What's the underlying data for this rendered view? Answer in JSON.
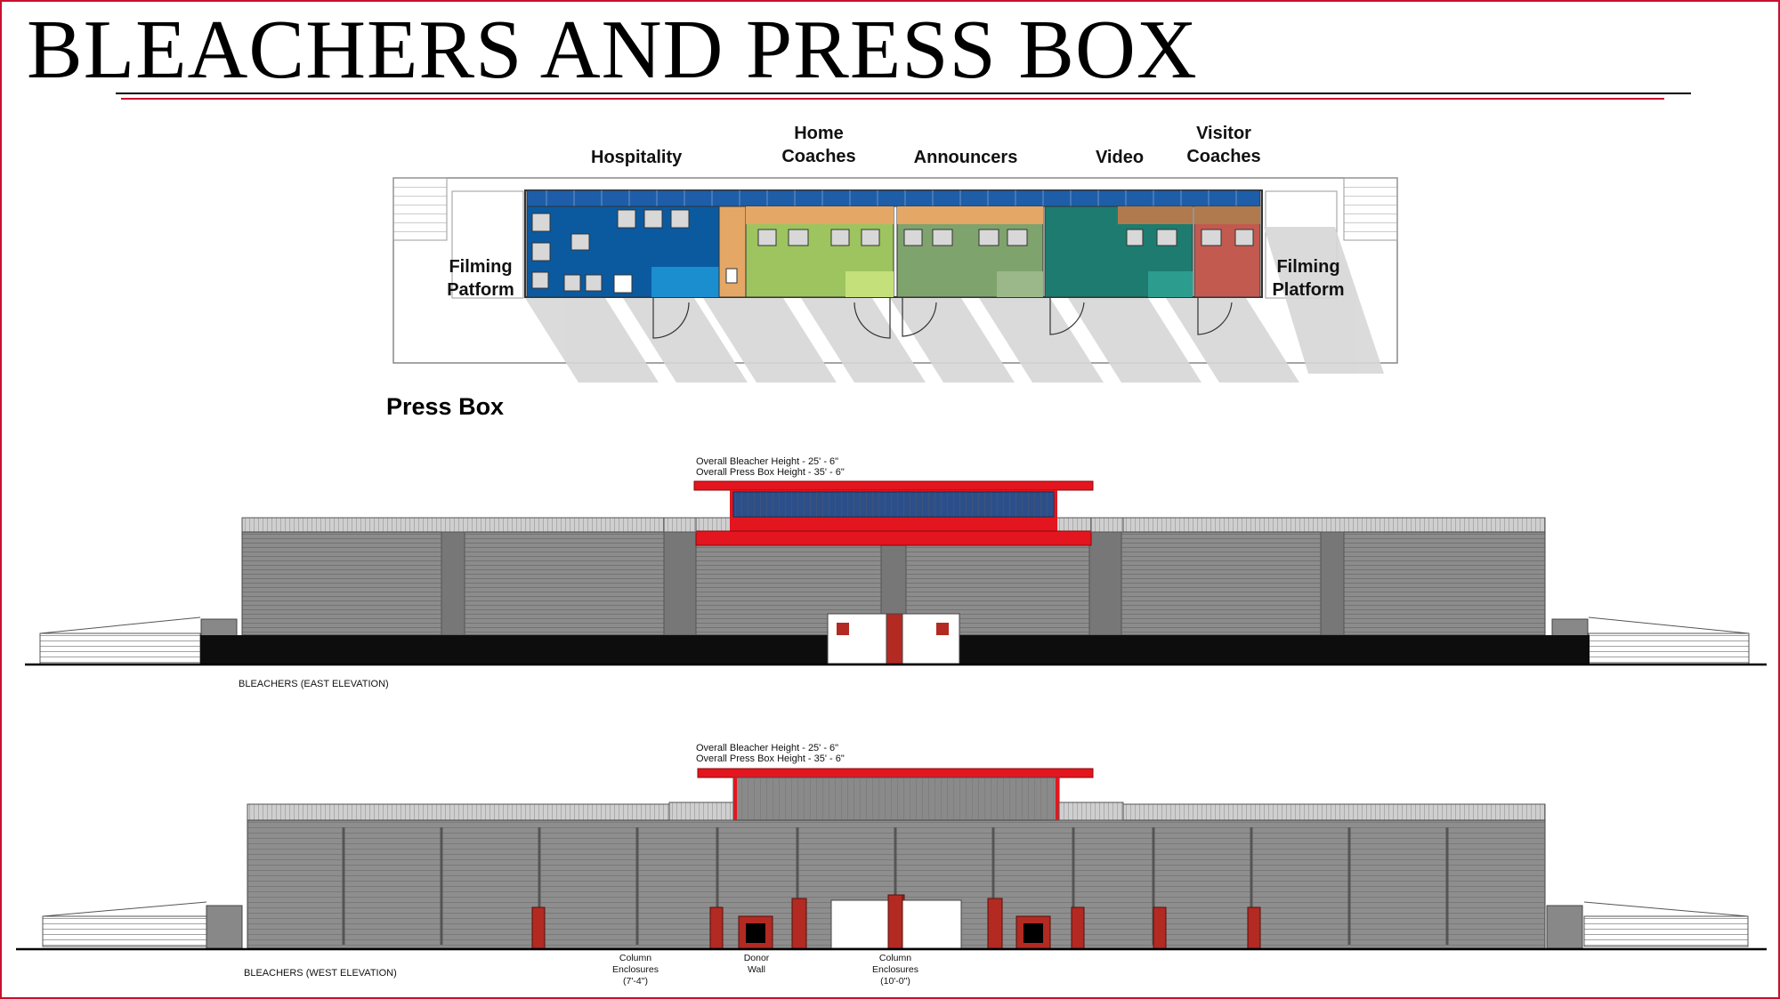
{
  "title": "BLEACHERS AND PRESS BOX",
  "plan": {
    "caption": "Press Box",
    "rooms": [
      {
        "line1": "Hospitality",
        "line2": "",
        "color": "#0b5aa0"
      },
      {
        "line1": "Home",
        "line2": "Coaches",
        "color": "#9dc45f"
      },
      {
        "line1": "Announcers",
        "line2": "",
        "color": "#7fa36d"
      },
      {
        "line1": "Video",
        "line2": "",
        "color": "#1d7c6f"
      },
      {
        "line1": "Visitor",
        "line2": "Coaches",
        "color": "#c25a50"
      }
    ],
    "filming_left": {
      "line1": "Filming",
      "line2": "Patform"
    },
    "filming_right": {
      "line1": "Filming",
      "line2": "Platform"
    }
  },
  "east": {
    "caption": "BLEACHERS (EAST ELEVATION)",
    "note1": "Overall Bleacher Height   -  25' - 6\"",
    "note2": "Overall Press Box Height   -  35' - 6\""
  },
  "west": {
    "caption": "BLEACHERS (WEST ELEVATION)",
    "note1": "Overall Bleacher Height   -  25' - 6\"",
    "note2": "Overall Press Box Height   -  35' - 6\"",
    "callouts": [
      {
        "line1": "Column",
        "line2": "Enclosures",
        "line3": "(7'-4\")"
      },
      {
        "line1": "Donor",
        "line2": "Wall",
        "line3": ""
      },
      {
        "line1": "Column",
        "line2": "Enclosures",
        "line3": "(10'-0\")"
      }
    ]
  },
  "colors": {
    "accent_red": "#c8102e",
    "press_red": "#e3161f",
    "bleacher_gray": "#7a7a7a",
    "glass_blue": "#2c4f8a"
  }
}
